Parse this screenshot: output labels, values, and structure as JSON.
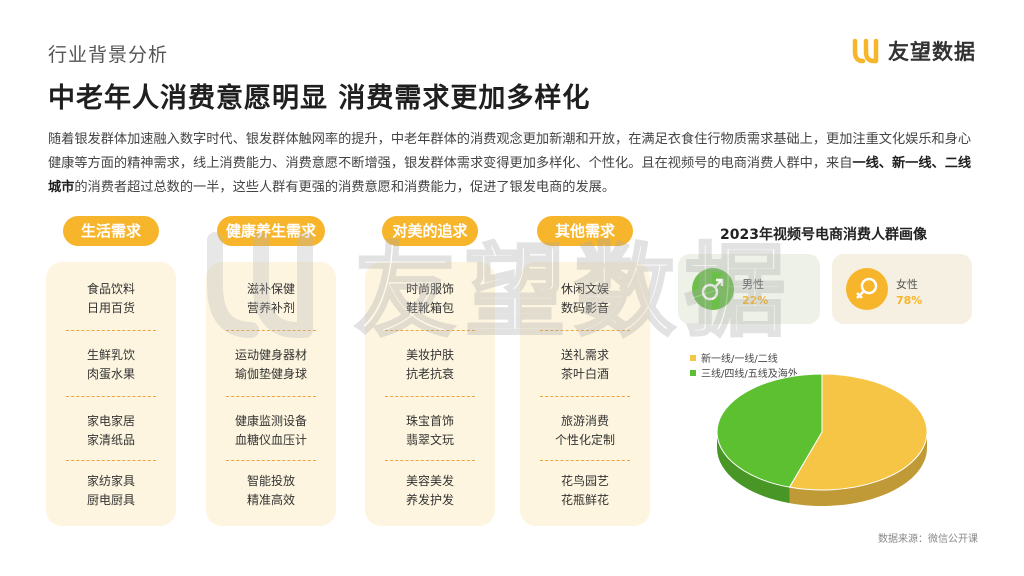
{
  "header": {
    "section_label": "行业背景分析",
    "brand_name": "友望数据",
    "headline": "中老年人消费意愿明显 消费需求更加多样化"
  },
  "intro": {
    "part1": "随着银发群体加速融入数字时代、银发群体触网率的提升，中老年群体的消费观念更加新潮和开放，在满足衣食住行物质需求基础上，更加注重文化娱乐和身心健康等方面的精神需求，线上消费能力、消费意愿不断增强，银发群体需求变得更加多样化、个性化。且在视频号的电商消费人群中，来自",
    "bold": "一线、新一线、二线城市",
    "part2": "的消费者超过总数的一半，这些人群有更强的消费意愿和消费能力，促进了银发电商的发展。"
  },
  "needs": [
    {
      "title": "生活需求",
      "items": [
        [
          "食品饮料",
          "日用百货"
        ],
        [
          "生鲜乳饮",
          "肉蛋水果"
        ],
        [
          "家电家居",
          "家清纸品"
        ],
        [
          "家纺家具",
          "厨电厨具"
        ]
      ]
    },
    {
      "title": "健康养生需求",
      "items": [
        [
          "滋补保健",
          "营养补剂"
        ],
        [
          "运动健身器材",
          "瑜伽垫健身球"
        ],
        [
          "健康监测设备",
          "血糖仪血压计"
        ],
        [
          "智能投放",
          "精准高效"
        ]
      ]
    },
    {
      "title": "对美的追求",
      "items": [
        [
          "时尚服饰",
          "鞋靴箱包"
        ],
        [
          "美妆护肤",
          "抗老抗衰"
        ],
        [
          "珠宝首饰",
          "翡翠文玩"
        ],
        [
          "美容美发",
          "养发护发"
        ]
      ]
    },
    {
      "title": "其他需求",
      "items": [
        [
          "休闲文娱",
          "数码影音"
        ],
        [
          "送礼需求",
          "茶叶白酒"
        ],
        [
          "旅游消费",
          "个性化定制"
        ],
        [
          "花鸟园艺",
          "花瓶鲜花"
        ]
      ]
    }
  ],
  "chart_data": {
    "type": "pie",
    "title": "2023年视频号电商消费人群画像",
    "gender": [
      {
        "name": "男性",
        "value": "22%",
        "color": "#6cc04a",
        "icon": "male-symbol-icon"
      },
      {
        "name": "女性",
        "value": "78%",
        "color": "#f7b52c",
        "icon": "female-symbol-icon"
      }
    ],
    "slices": [
      {
        "label": "新一线/一线/二线",
        "value": 55,
        "color": "#f6c545"
      },
      {
        "label": "三线/四线/五线及海外",
        "value": 45,
        "color": "#5cc030"
      }
    ],
    "legend_position": "top-left"
  },
  "source": "数据来源：微信公开课",
  "watermark": "友望数据",
  "colors": {
    "accent": "#f7b52c",
    "panel": "#fdf5df",
    "dash": "#f0a33a"
  }
}
